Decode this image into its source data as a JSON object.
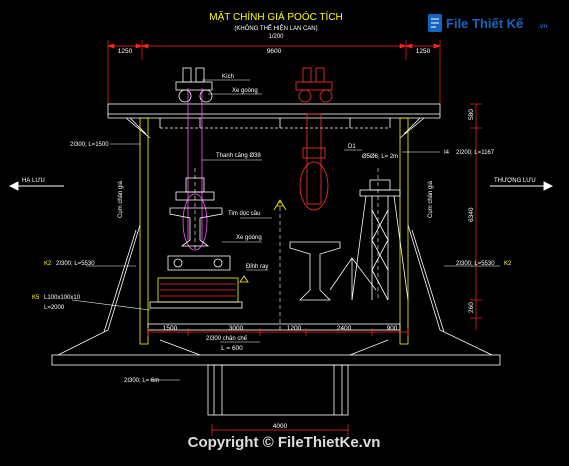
{
  "drawing": {
    "title": "MẶT CHÍNH GIÁ POÓC TÍCH",
    "subtitle": "(KHÔNG THỂ HIỆN LAN CAN)",
    "scale": "1/200"
  },
  "dimensions": {
    "top_left": "1250",
    "top_mid": "9600",
    "top_right": "1250",
    "right_height_upper": "580",
    "right_height": "6340",
    "right_small": "260",
    "bot_1": "1500",
    "bot_2": "3000",
    "bot_3": "1200",
    "bot_4": "2400",
    "bot_5": "900",
    "base_left": "L = 600",
    "bottom_total": "4000"
  },
  "labels": {
    "kich": "Kích",
    "xe_goong_top": "Xe goòng",
    "beam_left": "2I300; L=1500",
    "d1": "D1",
    "d1_spec": "Ø5Ø6; L= 2m",
    "i4": "I4",
    "i4_spec": "2I200; L=1167",
    "thanh_cang": "Thanh căng Ø38",
    "tim_doc_cau": "Tim dọc cầu",
    "xe_goong_mid": "Xe goòng",
    "dinh_ray": "Đỉnh ray",
    "ha_luu": "HẠ LƯU",
    "thuong_luu": "THƯỢNG LƯU",
    "cum_chan_left": "Cụm chân giá",
    "cum_chan_right": "Cụm chân giá",
    "k2_left": "K2",
    "k2_left_spec": "2I300; L=5530",
    "k2_right_spec": "2I300; L=5530",
    "k2_right": "K2",
    "k5": "K5",
    "k5_spec": "L100x100x10",
    "k5_len": "L=2000",
    "chan_che": "2I300 chân chế",
    "bottom_beam": "2I300; L= 6m"
  },
  "watermark": {
    "logo_main": "File Thiết Kế",
    "logo_domain": ".vn",
    "copyright": "Copyright © FileThietKe.vn"
  },
  "colors": {
    "background": "#000000",
    "structure": "#ffffff",
    "columns": "#ffff00",
    "dimensions": "#ff2020",
    "tension_bar": "#ff55ff",
    "red_equipment": "#ff3030",
    "logo_blue": "#1565c0"
  }
}
